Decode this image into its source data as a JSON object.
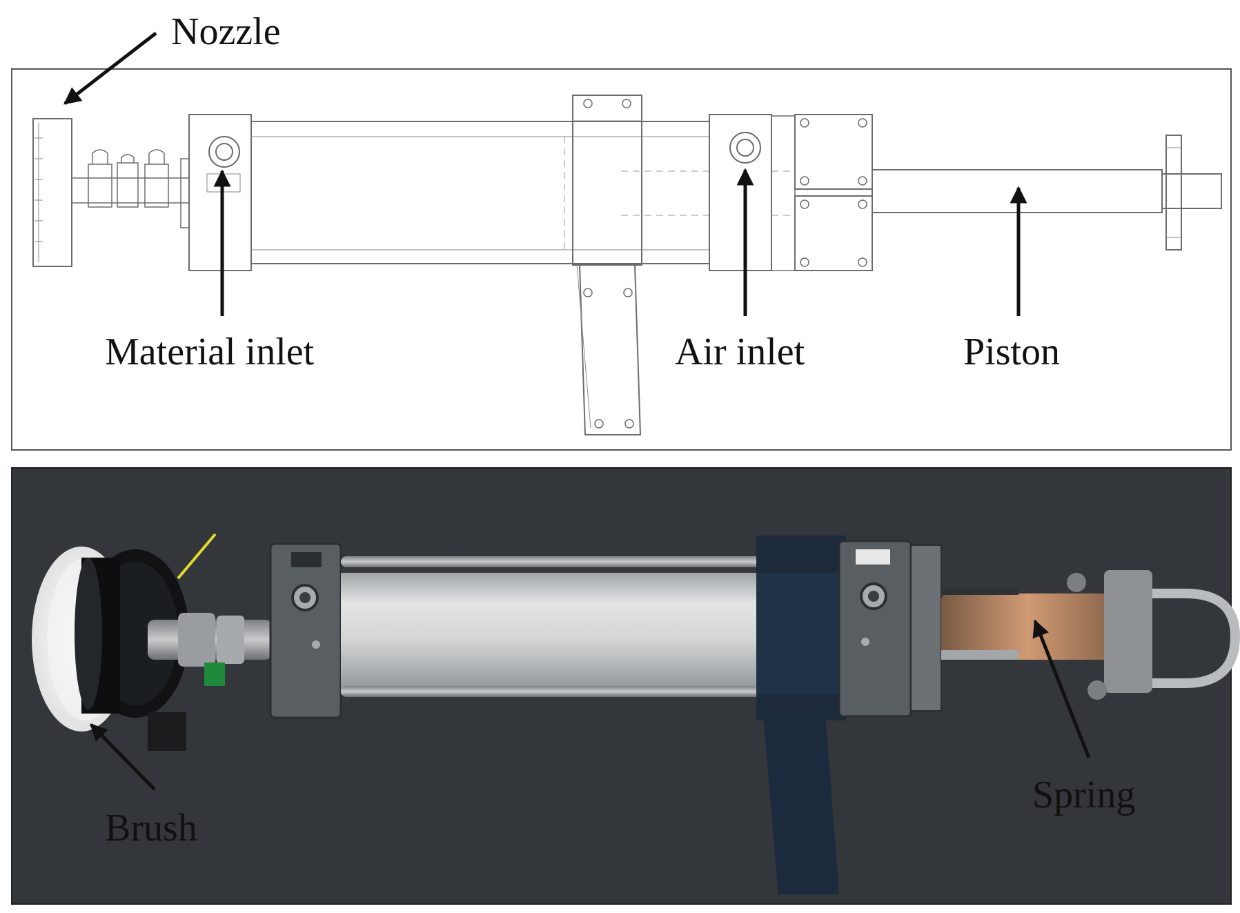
{
  "labels": {
    "nozzle": "Nozzle",
    "material_inlet": "Material inlet",
    "air_inlet": "Air inlet",
    "piston": "Piston",
    "brush": "Brush",
    "spring": "Spring"
  },
  "colors": {
    "drawing_line": "#6c6c6c",
    "photo_background": "#33363a",
    "cylinder": "#cfd1d1",
    "label_text": "#111111"
  }
}
